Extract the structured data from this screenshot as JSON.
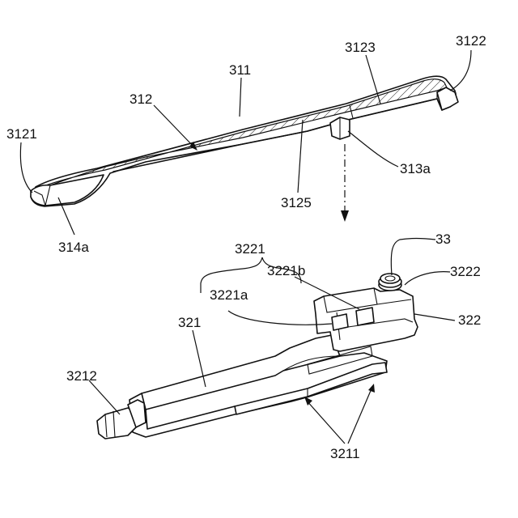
{
  "labels": {
    "l311": "311",
    "l312": "312",
    "l3121": "3121",
    "l3122": "3122",
    "l3123": "3123",
    "l3125": "3125",
    "l313a": "313a",
    "l314a": "314a",
    "l3221": "3221",
    "l3221a": "3221a",
    "l3221b": "3221b",
    "l33": "33",
    "l3222": "3222",
    "l321": "321",
    "l322": "322",
    "l3212": "3212",
    "l3211": "3211"
  }
}
